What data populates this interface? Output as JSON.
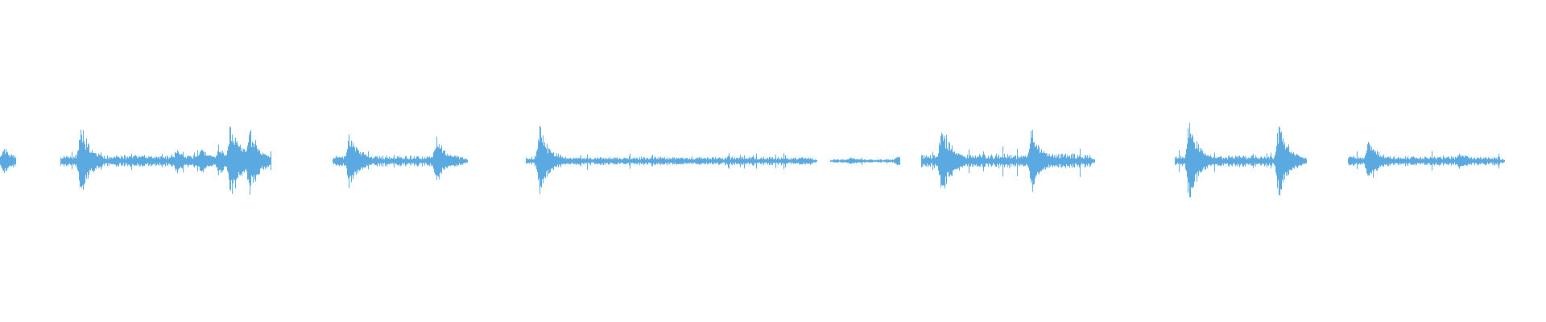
{
  "waveform": {
    "color": "#5aa9e0",
    "channel": "mono",
    "segments": [
      {
        "start": 0.0,
        "end": 0.01,
        "base": 0.05,
        "peaks": [
          [
            0.002,
            0.35
          ]
        ]
      },
      {
        "start": 0.039,
        "end": 0.175,
        "base": 0.1,
        "peaks": [
          [
            0.052,
            0.85
          ],
          [
            0.114,
            0.3
          ],
          [
            0.13,
            0.35
          ],
          [
            0.141,
            0.4
          ],
          [
            0.149,
            0.95
          ],
          [
            0.161,
            0.85
          ]
        ]
      },
      {
        "start": 0.215,
        "end": 0.302,
        "base": 0.09,
        "peaks": [
          [
            0.226,
            0.72
          ],
          [
            0.282,
            0.55
          ]
        ]
      },
      {
        "start": 0.34,
        "end": 0.528,
        "base": 0.07,
        "peaks": [
          [
            0.349,
            0.8
          ]
        ]
      },
      {
        "start": 0.537,
        "end": 0.582,
        "base": 0.03,
        "peaks": [
          [
            0.55,
            0.1
          ],
          [
            0.58,
            0.12
          ]
        ]
      },
      {
        "start": 0.596,
        "end": 0.708,
        "base": 0.12,
        "peaks": [
          [
            0.609,
            0.92
          ],
          [
            0.667,
            0.78
          ]
        ]
      },
      {
        "start": 0.76,
        "end": 0.845,
        "base": 0.1,
        "peaks": [
          [
            0.769,
            0.95
          ],
          [
            0.827,
            0.9
          ]
        ]
      },
      {
        "start": 0.872,
        "end": 0.973,
        "base": 0.08,
        "peaks": [
          [
            0.885,
            0.55
          ],
          [
            0.944,
            0.2
          ]
        ]
      }
    ]
  }
}
